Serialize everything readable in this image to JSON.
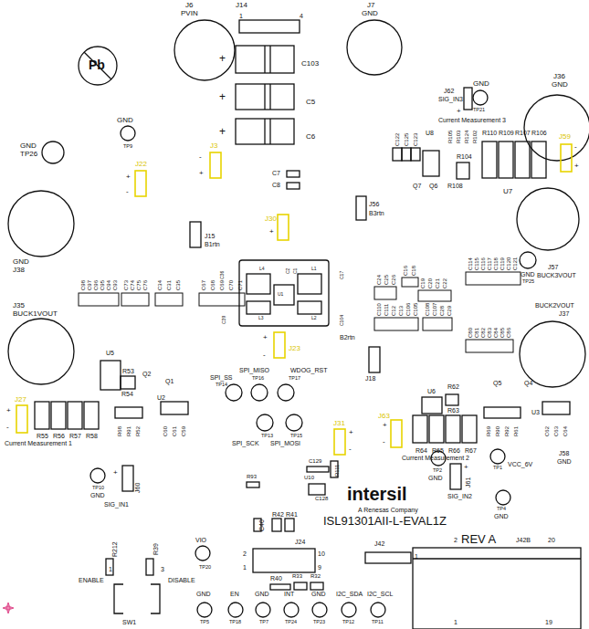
{
  "diagram": {
    "labels": [
      "J6",
      "PVIN",
      "J14",
      "1",
      "4",
      "J7",
      "GND",
      "+",
      "+",
      "+",
      "C103",
      "C5",
      "C6",
      "GND",
      "TP9",
      "GND",
      "TP26",
      "J36",
      "GND",
      "GND",
      "TP21",
      "J62",
      "SIG_IN3",
      "+",
      "Current Measurement 3",
      "C122",
      "C125",
      "C123",
      "U8",
      "R105",
      "R103",
      "R124",
      "R102",
      "R110",
      "R109",
      "R107",
      "R106",
      "J59",
      "-",
      "+",
      "R104",
      "Q7",
      "Q6",
      "R108",
      "U7",
      "J3",
      "-",
      "+",
      "J22",
      "+",
      "-",
      "C7",
      "C8",
      "J56",
      "B3rtn",
      "J15",
      "B1rtn",
      "J30",
      "+",
      "GND",
      "J38",
      "C98",
      "C97",
      "C96",
      "C95",
      "C94",
      "C93",
      "C73",
      "C74",
      "C75",
      "C76",
      "C34",
      "C31",
      "C35",
      "C67",
      "C68",
      "C69",
      "C70",
      "C71",
      "C36",
      "L4",
      "C2",
      "C1",
      "L1",
      "C17",
      "C39",
      "L3",
      "L2",
      "C104",
      "U1",
      "J35",
      "BUCK1VOUT",
      "C24",
      "C25",
      "C26",
      "C16",
      "C18",
      "C19",
      "C20",
      "C21",
      "C22",
      "C110",
      "C111",
      "C12",
      "C13",
      "C106",
      "C105",
      "C108",
      "C107",
      "C28",
      "C29",
      "C114",
      "C115",
      "C116",
      "C117",
      "C118",
      "C119",
      "C120",
      "C121",
      "C80",
      "C81",
      "C82",
      "C83",
      "C84",
      "C85",
      "C86",
      "GND",
      "TP25",
      "J57",
      "BUCK3VOUT",
      "BUCK2VOUT",
      "J37",
      "J23",
      "+",
      "-",
      "B2rtn",
      "J18",
      "SPI_MISO",
      "TP16",
      "SPI_SS",
      "TP14",
      "WDOG_RST",
      "TP17",
      "TP13",
      "SPI_SCK",
      "TP15",
      "SPI_MOSI",
      "J31",
      "+",
      "-",
      "U5",
      "R53",
      "Q2",
      "Q1",
      "J27",
      "+",
      "-",
      "R54",
      "U2",
      "R55",
      "R56",
      "R57",
      "R58",
      "R68",
      "R91",
      "R52",
      "C60",
      "C61",
      "C59",
      "Current Measurement 1",
      "TP10",
      "GND",
      "+",
      "J60",
      "SIG_IN1",
      "U6",
      "R62",
      "Q5",
      "Q4",
      "R63",
      "U3",
      "J63",
      "+",
      "-",
      "R64",
      "R65",
      "R66",
      "R67",
      "R69",
      "R90",
      "R92",
      "R61",
      "C62",
      "C63",
      "C64",
      "J58",
      "GND",
      "Current Measurement 2",
      "TP2",
      "GND",
      "VCC_6V",
      "TP1",
      "+",
      "J61",
      "SIG_IN2",
      "TP4",
      "GND",
      "C129",
      "R111",
      "U10",
      "C128",
      "R93",
      "intersil",
      "A Renesas Company",
      "ISL91301AII-L-EVAL1Z",
      "REV A",
      "C40",
      "R42",
      "R41",
      "J24",
      "2",
      "10",
      "1",
      "9",
      "J42",
      "1",
      "2",
      "J42B",
      "20",
      "1",
      "19",
      "R40",
      "R33",
      "R32",
      "R212",
      "R39",
      "VIO",
      "TP20",
      "1",
      "3",
      "ENABLE",
      "DISABLE",
      "SW1",
      "GND",
      "TP5",
      "EN",
      "TP18",
      "GND",
      "TP7",
      "INT",
      "TP24",
      "GND",
      "TP23",
      "I2C_SDA",
      "TP12",
      "I2C_SCL",
      "TP11",
      "Pb"
    ]
  }
}
